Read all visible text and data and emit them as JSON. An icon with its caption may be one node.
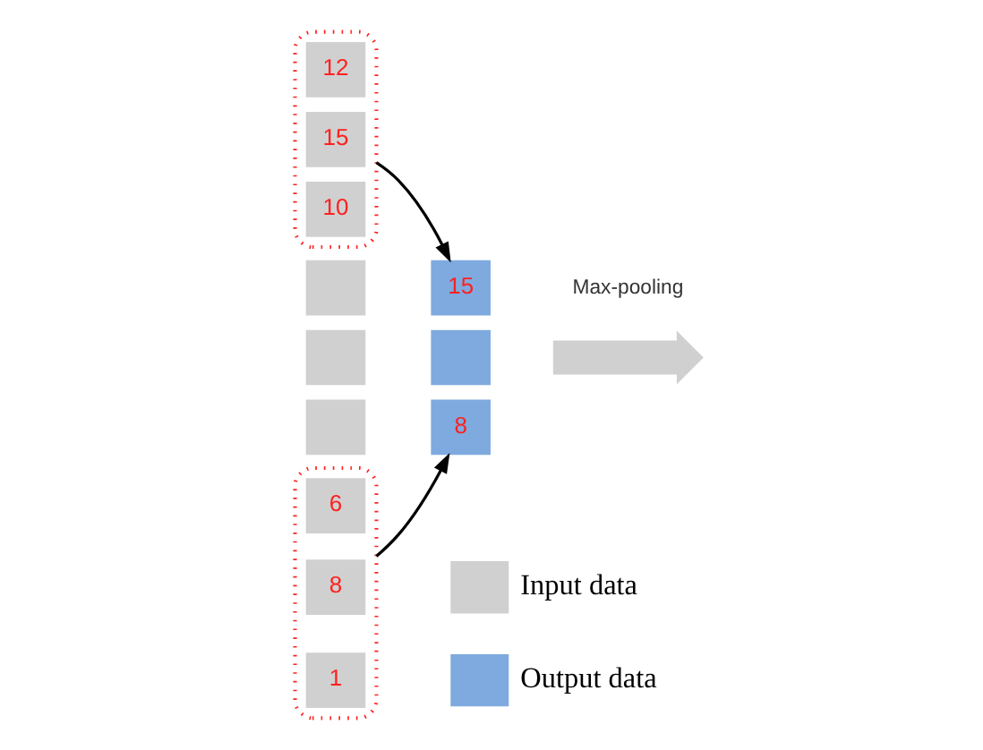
{
  "diagram": {
    "nodes": [
      {
        "text": [],
        "shape": "box"
      },
      {
        "text": [
          "12"
        ],
        "in": 0
      },
      {
        "text": [
          "15"
        ],
        "in": 0
      },
      {
        "text": [
          "10"
        ],
        "in": 0
      },
      {
        "text": [],
        "shape": "box"
      },
      {
        "text": [],
        "shape": "box"
      },
      {
        "text": [],
        "shape": "box"
      },
      {
        "text": [],
        "shape": "box"
      },
      {
        "text": [
          "6"
        ],
        "in": 7
      },
      {
        "text": [
          "8"
        ],
        "in": 7
      },
      {
        "text": [
          "1"
        ],
        "in": 7
      },
      {
        "text": [
          "15"
        ]
      },
      {
        "text": [],
        "shape": "box"
      },
      {
        "text": [
          "8"
        ]
      },
      {
        "text": [],
        "shape": "arrow"
      }
    ],
    "edges": [
      {
        "from": 0,
        "to": 11,
        "arrow": "to"
      },
      {
        "from": 7,
        "to": 13,
        "arrow": "to"
      }
    ],
    "labels": [
      "Max-pooling"
    ],
    "legend": [
      {
        "text": "Input data",
        "color": "#d0d0d0"
      },
      {
        "text": "Output data",
        "color": "#7eaadf"
      }
    ]
  }
}
